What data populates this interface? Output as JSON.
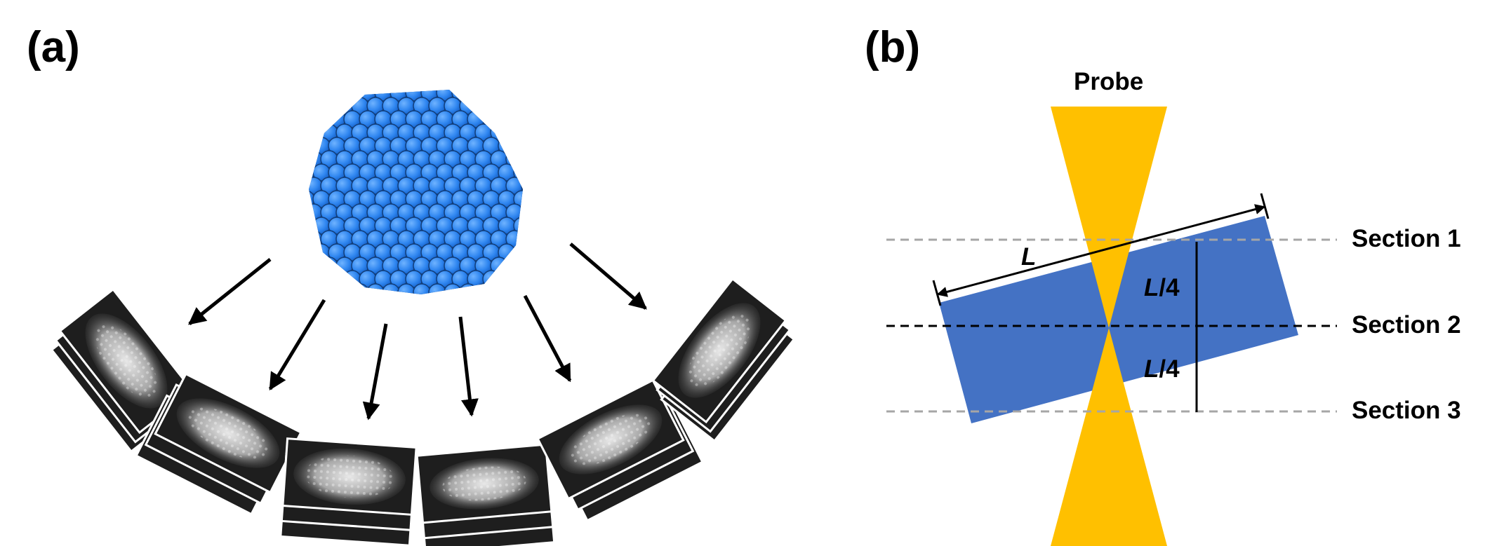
{
  "panel_a": {
    "label": "(a)",
    "colors": {
      "atom": "#2f86f0",
      "atom_edge": "#123e7a",
      "arrow": "#000000",
      "image_bg": "#1e1e1e"
    }
  },
  "panel_b": {
    "label": "(b)",
    "probe_label": "Probe",
    "length_label": "L",
    "quarter_top_italic": "L",
    "quarter_top_suffix": "/4",
    "quarter_bottom_italic": "L",
    "quarter_bottom_suffix": "/4",
    "sections": [
      "Section 1",
      "Section 2",
      "Section 3"
    ],
    "colors": {
      "probe": "#ffc000",
      "sample": "#4472c4",
      "dashed_light": "#a6a6a6",
      "dashed_dark": "#000000"
    }
  }
}
